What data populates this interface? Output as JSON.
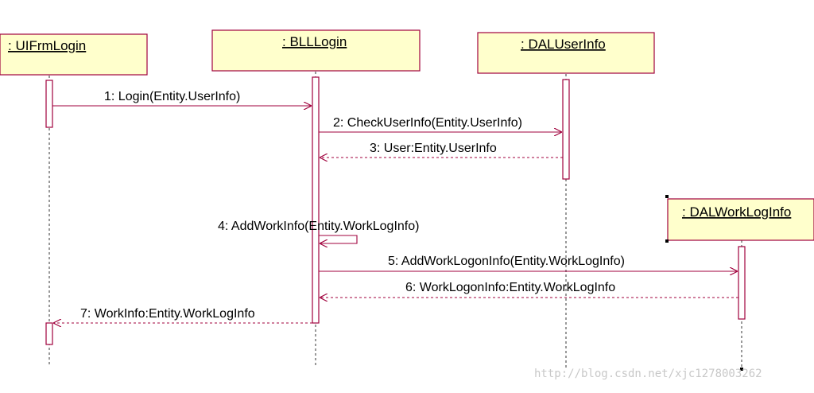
{
  "objects": [
    {
      "id": "ui",
      "label": ": UIFrmLogin"
    },
    {
      "id": "bll",
      "label": ": BLLLogin"
    },
    {
      "id": "dal_user",
      "label": ": DALUserInfo"
    },
    {
      "id": "dal_work",
      "label": ": DALWorkLogInfo"
    }
  ],
  "messages": [
    {
      "label": "1: Login(Entity.UserInfo)",
      "type": "call"
    },
    {
      "label": "2: CheckUserInfo(Entity.UserInfo)",
      "type": "call"
    },
    {
      "label": "3: User:Entity.UserInfo",
      "type": "return"
    },
    {
      "label": "4: AddWorkInfo(Entity.WorkLogInfo)",
      "type": "self"
    },
    {
      "label": "5: AddWorkLogonInfo(Entity.WorkLogInfo)",
      "type": "call"
    },
    {
      "label": "6: WorkLogonInfo:Entity.WorkLogInfo",
      "type": "return"
    },
    {
      "label": "7: WorkInfo:Entity.WorkLogInfo",
      "type": "return"
    }
  ],
  "watermark": "http://blog.csdn.net/xjc1278003262"
}
